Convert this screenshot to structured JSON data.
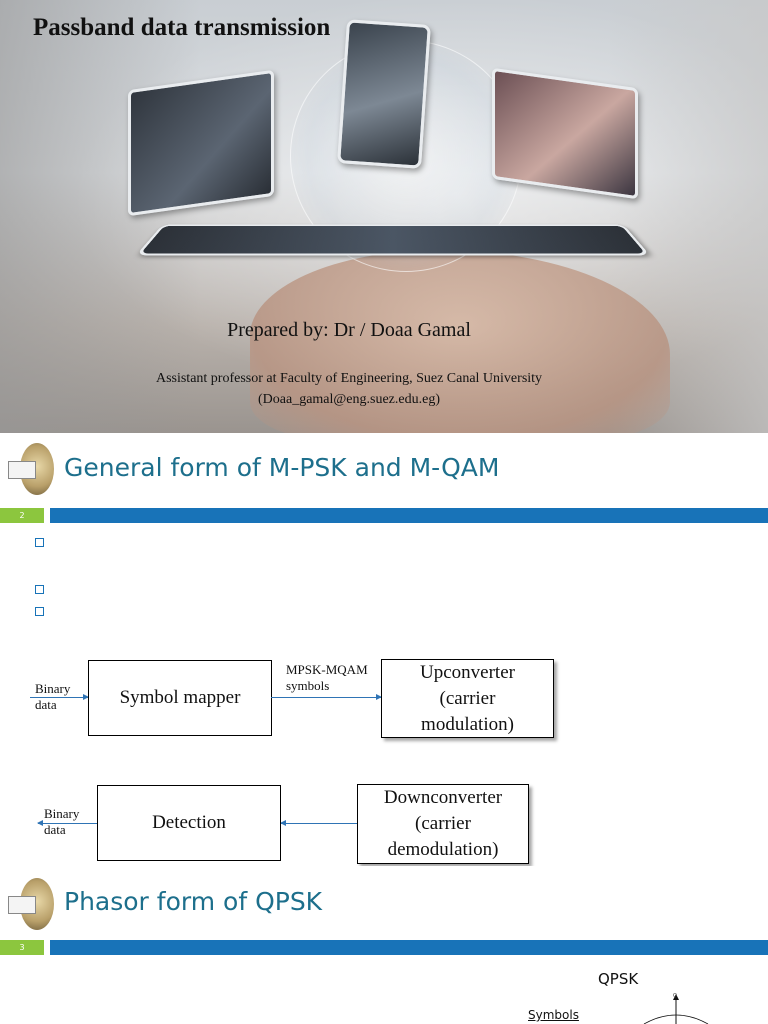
{
  "slide1": {
    "title": "Passband data transmission",
    "prepared_by": "Prepared by: Dr / Doaa Gamal",
    "affiliation": "Assistant professor at Faculty of Engineering, Suez Canal University",
    "email": "(Doaa_gamal@eng.suez.edu.eg)"
  },
  "slide2": {
    "title": "General form of M-PSK and M-QAM",
    "slide_number": "2",
    "bullet_count": 3,
    "diagram": {
      "input_label_1": "Binary",
      "input_label_2": "data",
      "symbol_mapper": "Symbol mapper",
      "mid_label_1": "MPSK-MQAM",
      "mid_label_2": "symbols",
      "upconverter_1": "Upconverter",
      "upconverter_2": "(carrier",
      "upconverter_3": "modulation)",
      "detection": "Detection",
      "downconverter_1": "Downconverter",
      "downconverter_2": "(carrier",
      "downconverter_3": "demodulation)",
      "output_label_1": "Binary",
      "output_label_2": "data"
    },
    "colors": {
      "title": "#1d6f8c",
      "bar_green": "#8cc63e",
      "bar_blue": "#1873b8",
      "arrow": "#2f74b5"
    }
  },
  "slide3": {
    "title": "Phasor form of QPSK",
    "slide_number": "3",
    "qpsk_label": "QPSK",
    "symbols_label": "Symbols",
    "axis_top": "Q"
  }
}
